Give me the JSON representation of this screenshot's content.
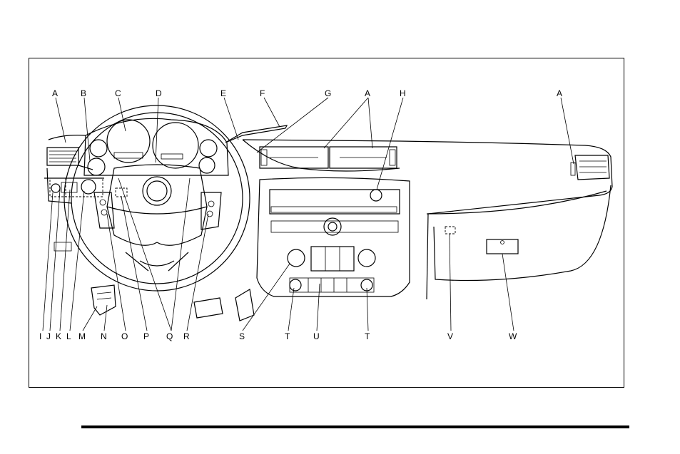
{
  "figure": {
    "labels": {
      "A": "A",
      "B": "B",
      "C": "C",
      "D": "D",
      "E": "E",
      "F": "F",
      "G": "G",
      "H": "H",
      "I": "I",
      "J": "J",
      "K": "K",
      "L": "L",
      "M": "M",
      "N": "N",
      "O": "O",
      "P": "P",
      "Q": "Q",
      "R": "R",
      "S": "S",
      "T": "T",
      "U": "U",
      "V": "V",
      "W": "W"
    }
  }
}
